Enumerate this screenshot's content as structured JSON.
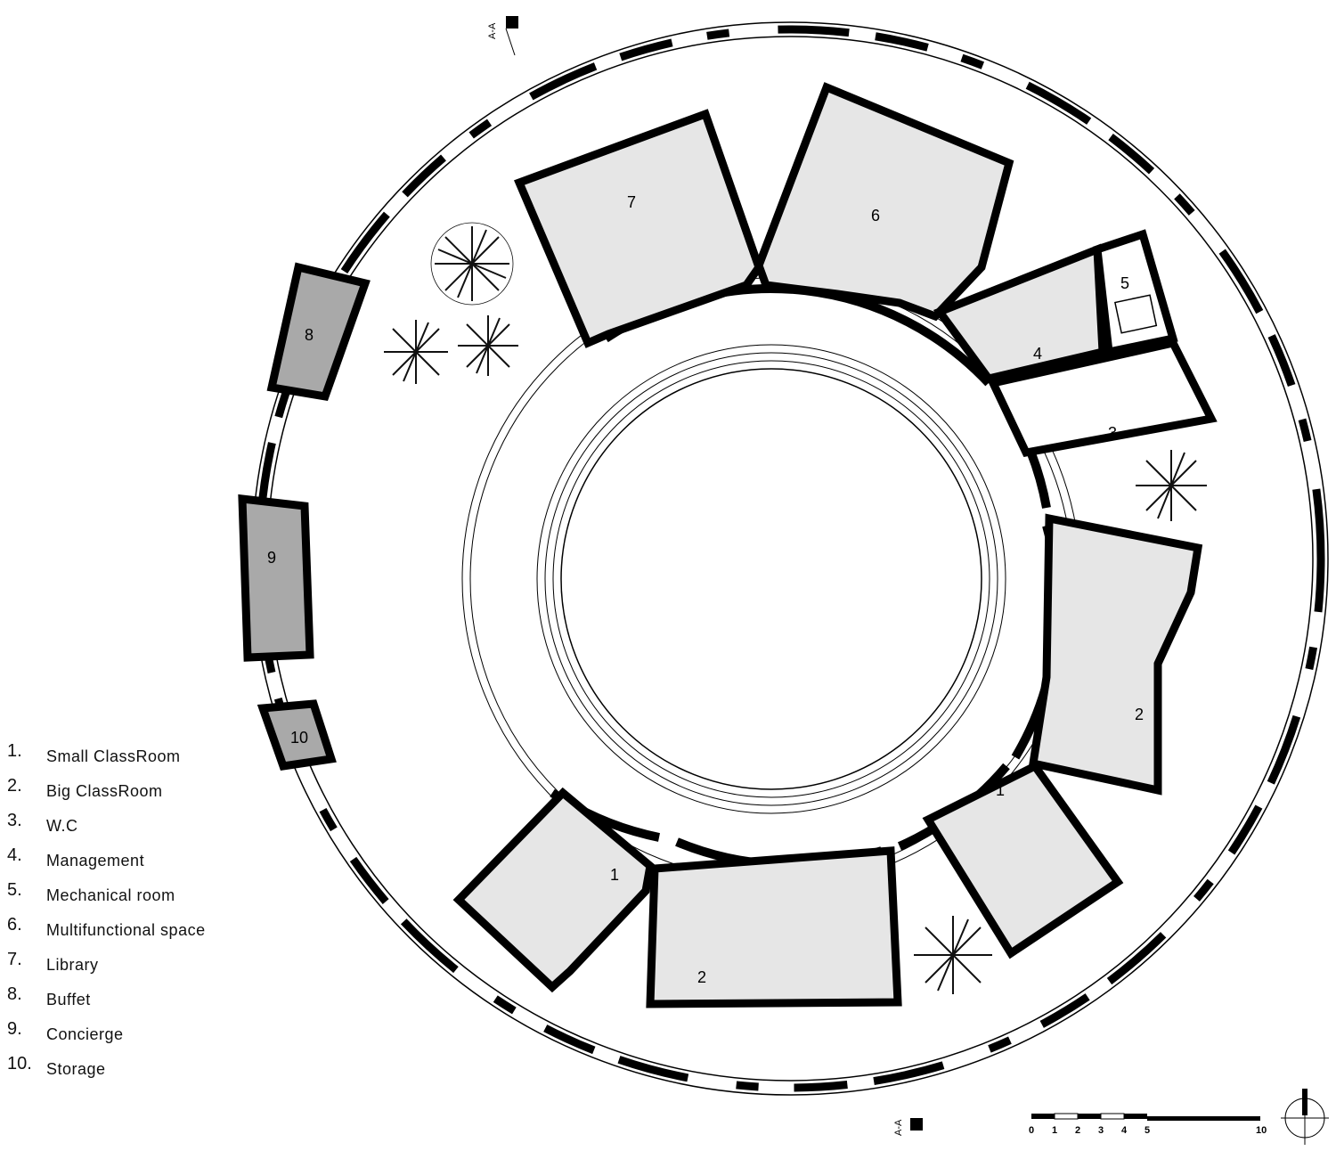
{
  "legend": [
    {
      "num": "1.",
      "label": "Small ClassRoom"
    },
    {
      "num": "2.",
      "label": "Big ClassRoom"
    },
    {
      "num": "3.",
      "label": "W.C"
    },
    {
      "num": "4.",
      "label": "Management"
    },
    {
      "num": "5.",
      "label": "Mechanical room"
    },
    {
      "num": "6.",
      "label": "Multifunctional space"
    },
    {
      "num": "7.",
      "label": "Library"
    },
    {
      "num": "8.",
      "label": "Buffet"
    },
    {
      "num": "9.",
      "label": "Concierge"
    },
    {
      "num": "10.",
      "label": "Storage"
    }
  ],
  "rooms": {
    "r1a": "1",
    "r1b": "1",
    "r2a": "2",
    "r2b": "2",
    "r3": "3",
    "r4": "4",
    "r5": "5",
    "r6": "6",
    "r7": "7",
    "r8": "8",
    "r9": "9",
    "r10": "10"
  },
  "section_marker": "A-A",
  "scale": {
    "ticks": [
      "0",
      "1",
      "2",
      "3",
      "4",
      "5",
      "10"
    ]
  },
  "colors": {
    "wall": "#000000",
    "room_fill": "#e6e6e6",
    "service_fill": "#a9a9a9",
    "tree": "#111111"
  },
  "icons": [
    "north-arrow-icon",
    "palm-tree-icon",
    "scale-bar-icon"
  ]
}
